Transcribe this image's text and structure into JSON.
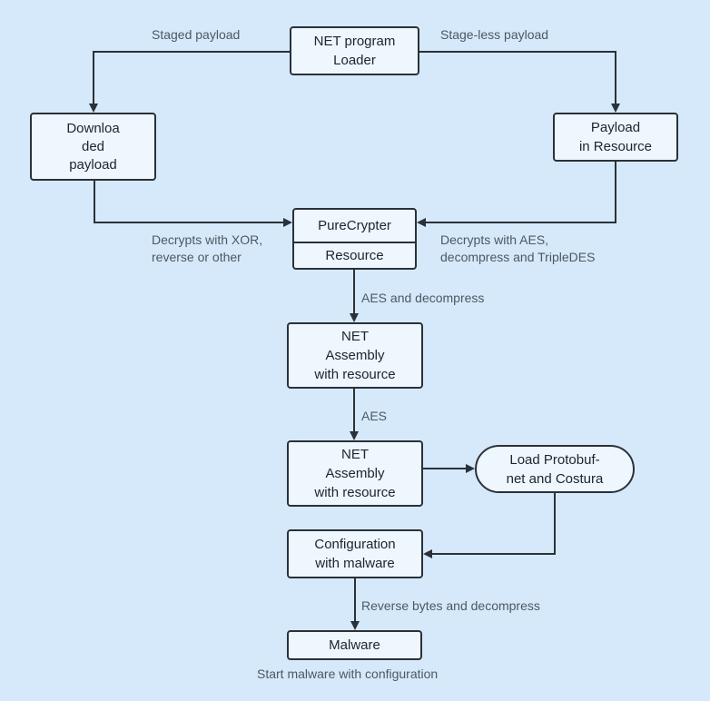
{
  "colors": {
    "background": "#d5e9fb",
    "node_fill": "#eef6fe",
    "node_border": "#2b3138",
    "node_text": "#20262d",
    "edge_line": "#2b3138",
    "edge_label_text": "#4e5862"
  },
  "nodes": {
    "net_program_loader": {
      "line1": "NET program",
      "line2": "Loader"
    },
    "downloaded_payload": {
      "line1": "Downloa",
      "line2": "ded",
      "line3": "payload"
    },
    "payload_in_resource": {
      "line1": "Payload",
      "line2": "in Resource"
    },
    "purecrypter": {
      "title": "PureCrypter",
      "resource": "Resource"
    },
    "net_assembly_1": {
      "line1": "NET",
      "line2": "Assembly",
      "line3": "with resource"
    },
    "net_assembly_2": {
      "line1": "NET",
      "line2": "Assembly",
      "line3": "with resource"
    },
    "load_protobuf": {
      "line1": "Load Protobuf-",
      "line2": "net and Costura"
    },
    "configuration": {
      "line1": "Configuration",
      "line2": "with malware"
    },
    "malware": {
      "label": "Malware"
    }
  },
  "edge_labels": {
    "staged_payload": "Staged payload",
    "stageless_payload": "Stage-less payload",
    "decrypts_xor": {
      "line1": "Decrypts with XOR,",
      "line2": "reverse or other"
    },
    "decrypts_aes": {
      "line1": "Decrypts with AES,",
      "line2": "decompress and TripleDES"
    },
    "aes_and_decompress": "AES and decompress",
    "aes": "AES",
    "reverse_bytes": "Reverse bytes and decompress",
    "start_malware": "Start malware with configuration"
  }
}
